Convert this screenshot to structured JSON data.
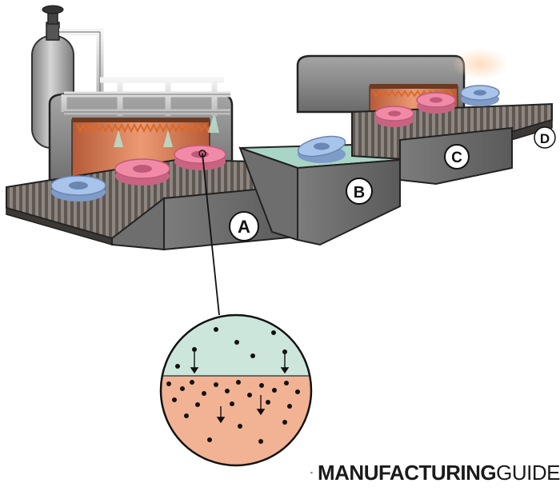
{
  "diagram": {
    "stages": [
      {
        "id": "A",
        "label": "A"
      },
      {
        "id": "B",
        "label": "B"
      },
      {
        "id": "C",
        "label": "C"
      },
      {
        "id": "D",
        "label": "D"
      }
    ]
  },
  "brand": {
    "name_bold": "MANUFACTURING",
    "name_light": "GUIDE"
  },
  "colors": {
    "chamber": "#8a8a8a",
    "chamber_dark": "#555555",
    "interior_glow": "#e07a50",
    "pink_part": "#f08aa6",
    "blue_part": "#a8c4ea",
    "liquid": "#a9d5c6",
    "substrate": "#f2b394",
    "gas": "#cce6dc"
  }
}
